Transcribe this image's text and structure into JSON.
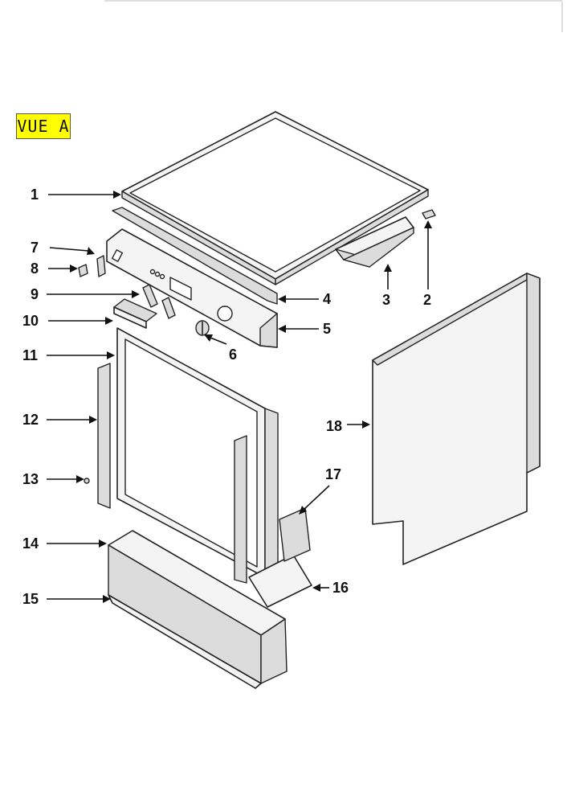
{
  "view": {
    "label": "VUE A"
  },
  "callouts": [
    "1",
    "2",
    "3",
    "4",
    "5",
    "6",
    "7",
    "8",
    "9",
    "10",
    "11",
    "12",
    "13",
    "14",
    "15",
    "16",
    "17",
    "18"
  ]
}
